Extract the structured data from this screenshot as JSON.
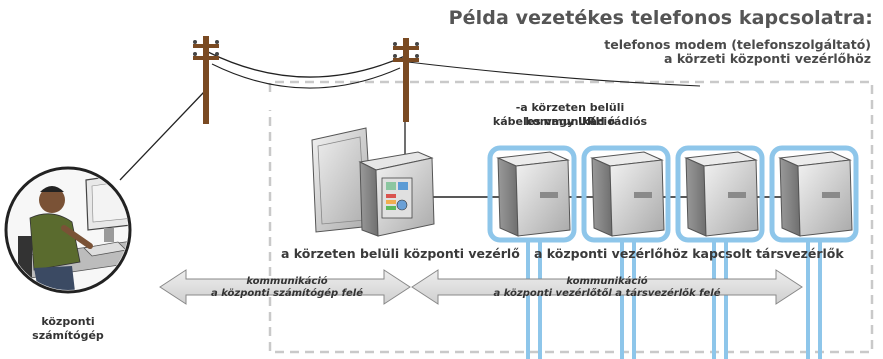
{
  "title": "Példa vezetékes telefonos kapcsolatra:",
  "subtitle_line1": "telefonos modem (telefonszolgáltató)",
  "subtitle_line2": "a körzeti központi vezérlőhöz",
  "area_note_line1": "-a körzeten belüli kommunikáció",
  "area_note_line2": "kábeles vagy URH rádiós",
  "controller_label": "a körzeten belüli központi vezérlő",
  "satellites_label": "a központi vezérlőhöz kapcsolt társvezérlők",
  "arrow_left_line1": "kommunikáció",
  "arrow_left_line2": "a központi számítógép felé",
  "arrow_right_line1": "kommunikáció",
  "arrow_right_line2": "a központi vezérlőtől a társvezérlők felé",
  "computer_label_line1": "központi",
  "computer_label_line2": "számítógép",
  "satellite_count": 4,
  "colors": {
    "dashed_border": "#c9c9c9",
    "pole": "#7a4a22",
    "satellite_glow": "#8ec6ea",
    "arrow_fill": "#dcdcdc",
    "box_gray": "#cfcfcf"
  }
}
